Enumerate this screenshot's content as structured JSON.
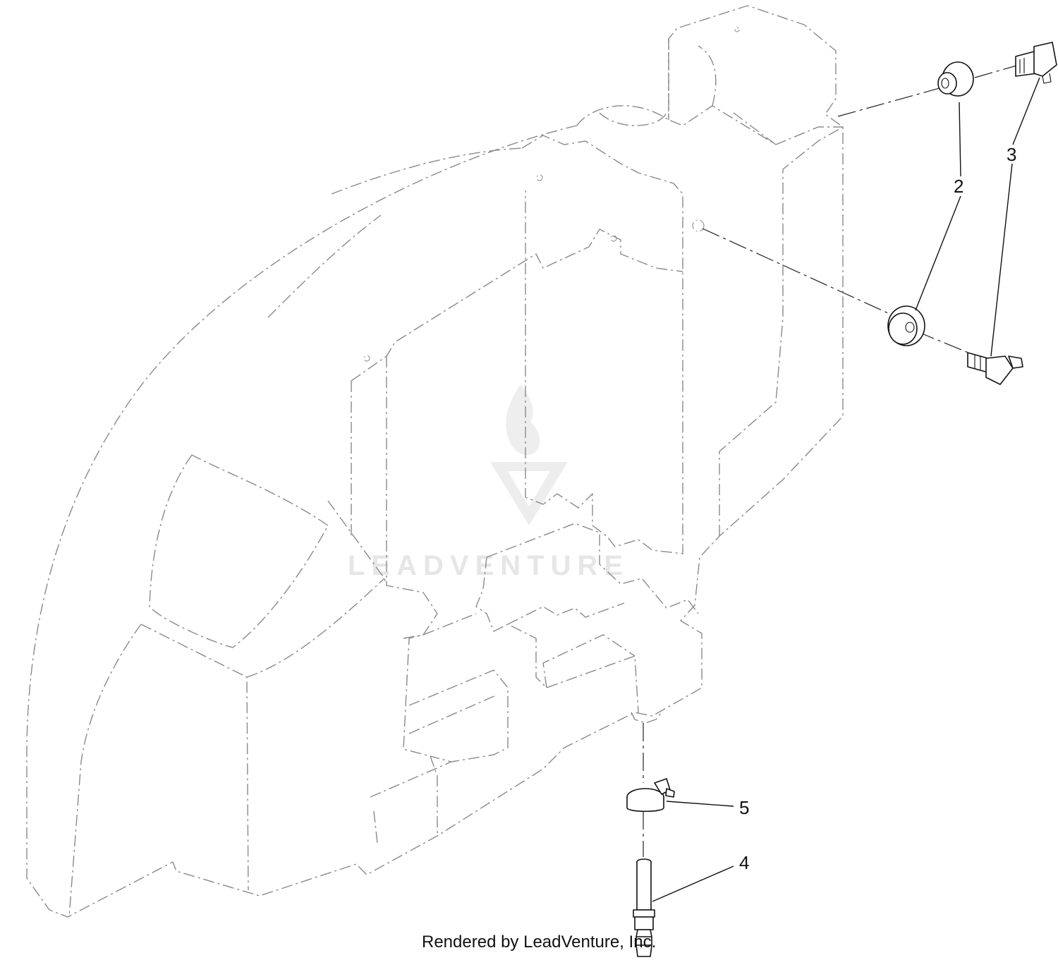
{
  "watermark": {
    "text": "LEADVENTURE"
  },
  "callouts": [
    {
      "number": "2",
      "part": "grommet"
    },
    {
      "number": "3",
      "part": "elbow-fitting"
    },
    {
      "number": "4",
      "part": "hose-barb-fitting"
    },
    {
      "number": "5",
      "part": "hose-clamp"
    }
  ],
  "footer": {
    "credit": "Rendered by LeadVenture, Inc."
  },
  "colors": {
    "outline": "#8a8a8a",
    "ink": "#111111",
    "watermark": "#e4e4e4"
  }
}
